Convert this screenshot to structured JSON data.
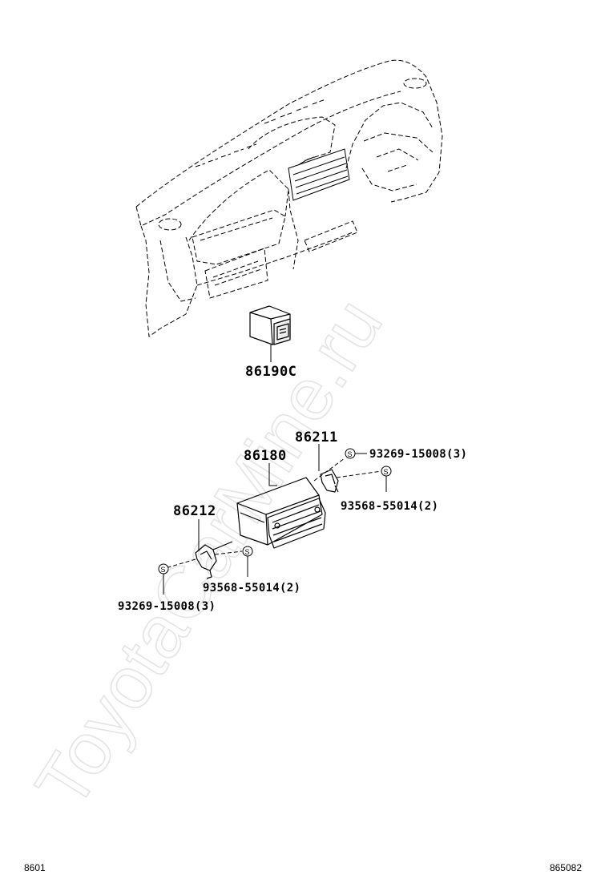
{
  "watermark": "ToyotaCarMine.ru",
  "part_numbers": {
    "switch": "86190C",
    "bracket_right": "86211",
    "radio_unit": "86180",
    "bracket_left": "86212",
    "screw_right": "93269-15008(3)",
    "bolt_right": "93568-55014(2)",
    "bolt_left": "93568-55014(2)",
    "screw_left": "93269-15008(3)"
  },
  "fastener_symbol": "S",
  "footer": {
    "left_code": "8601",
    "right_code": "865082"
  },
  "colors": {
    "line": "#000000",
    "watermark": "#e6e6e6"
  }
}
